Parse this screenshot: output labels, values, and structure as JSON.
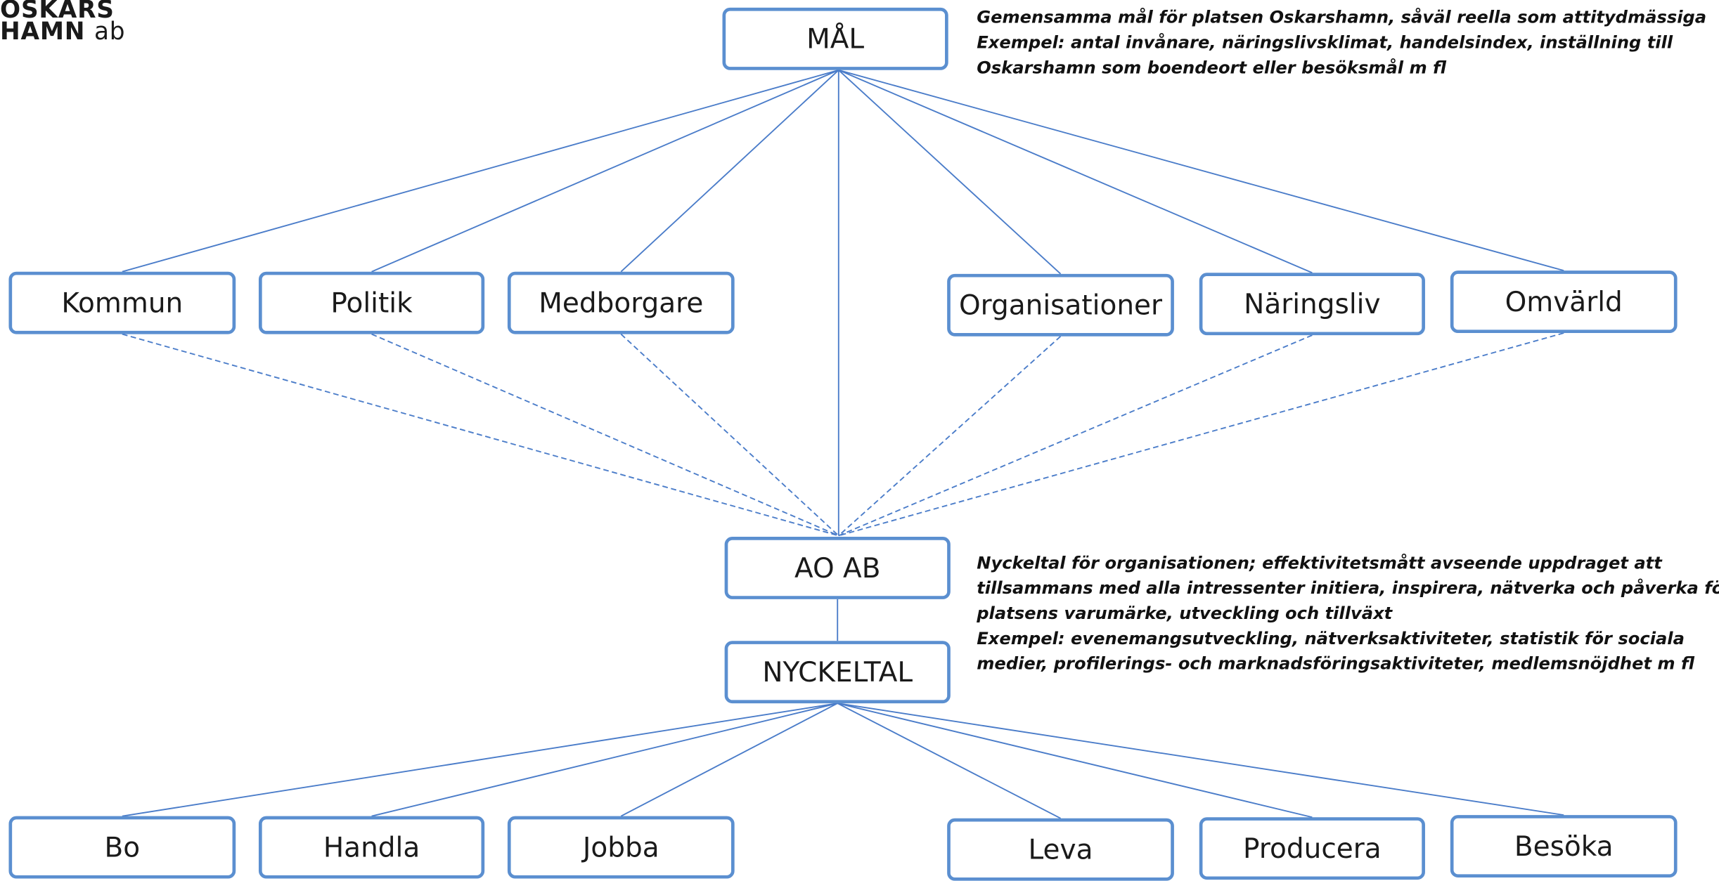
{
  "logo": {
    "line1": "OSKARS",
    "line2": "HAMN",
    "suffix": "ab"
  },
  "colors": {
    "box_border": "#5b8fd0",
    "edge": "#4a7cc9",
    "text": "#1a1a1a"
  },
  "diagram": {
    "top_node": "MÅL",
    "groups": [
      "Kommun",
      "Politik",
      "Medborgare",
      "Organisationer",
      "Näringsliv",
      "Omvärld"
    ],
    "org_node": "AO AB",
    "metrics_node": "NYCKELTAL",
    "leaves": [
      "Bo",
      "Handla",
      "Jobba",
      "Leva",
      "Producera",
      "Besöka"
    ]
  },
  "notes": {
    "goal": [
      "Gemensamma mål för platsen Oskarshamn, såväl reella som attitydmässiga",
      "Exempel: antal invånare, näringslivsklimat, handelsindex, inställning till",
      "Oskarshamn som boendeort eller besöksmål m fl"
    ],
    "metrics": [
      "Nyckeltal för organisationen; effektivitetsmått avseende uppdraget att",
      "tillsammans med alla intressenter initiera, inspirera, nätverka och påverka för",
      "platsens varumärke, utveckling och tillväxt",
      "Exempel: evenemangsutveckling, nätverksaktiviteter, statistik för sociala",
      "medier, profilerings- och marknadsföringsaktiviteter, medlemsnöjdhet m fl"
    ]
  }
}
